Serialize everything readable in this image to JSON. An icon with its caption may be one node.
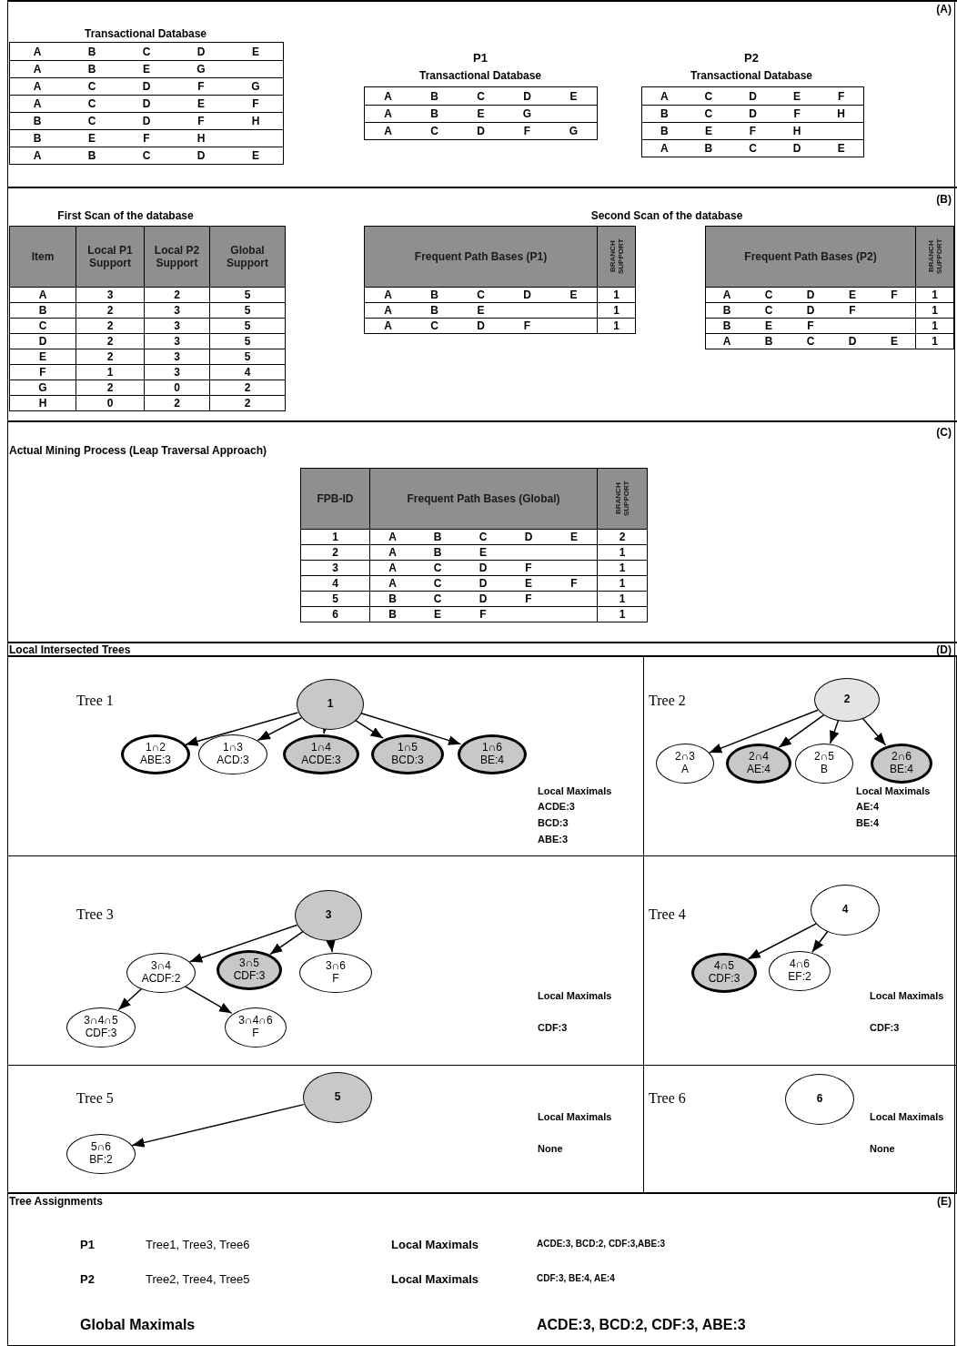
{
  "diagram": {
    "nodes": [
      {
        "text": [
          "Tree 1",
          "Local Maximals",
          "ACDE:3",
          "BCD:3",
          "ABE:3"
        ]
      },
      {
        "text": [
          "1"
        ],
        "in": 0
      },
      {
        "text": [
          "1∩2",
          "ABE:3"
        ],
        "in": 0
      },
      {
        "text": [
          "1∩3",
          "ACD:3"
        ],
        "in": 0
      },
      {
        "text": [
          "1∩4",
          "ACDE:3"
        ],
        "in": 0
      },
      {
        "text": [
          "1∩5",
          "BCD:3"
        ],
        "in": 0
      },
      {
        "text": [
          "1∩6",
          "BE:4"
        ],
        "in": 0
      },
      {
        "text": [
          "Tree 2",
          "Local Maximals",
          "AE:4",
          "BE:4"
        ]
      },
      {
        "text": [
          "2"
        ],
        "in": 7
      },
      {
        "text": [
          "2∩3",
          "A"
        ],
        "in": 7
      },
      {
        "text": [
          "2∩4",
          "AE:4"
        ],
        "in": 7
      },
      {
        "text": [
          "2∩5",
          "B"
        ],
        "in": 7
      },
      {
        "text": [
          "2∩6",
          "BE:4"
        ],
        "in": 7
      },
      {
        "text": [
          "Tree 3",
          "Local Maximals",
          "CDF:3"
        ]
      },
      {
        "text": [
          "3"
        ],
        "in": 13
      },
      {
        "text": [
          "3∩4",
          "ACDF:2"
        ],
        "in": 13
      },
      {
        "text": [
          "3∩5",
          "CDF:3"
        ],
        "in": 13
      },
      {
        "text": [
          "3∩6",
          "F"
        ],
        "in": 13
      },
      {
        "text": [
          "3∩4∩5",
          "CDF:3"
        ],
        "in": 13
      },
      {
        "text": [
          "3∩4∩6",
          "F"
        ],
        "in": 13
      },
      {
        "text": [
          "Tree 4",
          "Local Maximals",
          "CDF:3"
        ]
      },
      {
        "text": [
          "4"
        ],
        "in": 20
      },
      {
        "text": [
          "4∩5",
          "CDF:3"
        ],
        "in": 20
      },
      {
        "text": [
          "4∩6",
          "EF:2"
        ],
        "in": 20
      },
      {
        "text": [
          "Tree 5",
          "Local Maximals",
          "None"
        ]
      },
      {
        "text": [
          "5"
        ],
        "in": 24
      },
      {
        "text": [
          "5∩6",
          "BF:2"
        ],
        "in": 24
      },
      {
        "text": [
          "Tree 6",
          "Local Maximals",
          "None"
        ]
      },
      {
        "text": [
          "6"
        ],
        "in": 27
      }
    ],
    "edges": [
      {
        "from": 1,
        "to": 2,
        "arrow": "to"
      },
      {
        "from": 1,
        "to": 3,
        "arrow": "to"
      },
      {
        "from": 1,
        "to": 4,
        "arrow": "to"
      },
      {
        "from": 1,
        "to": 5,
        "arrow": "to"
      },
      {
        "from": 1,
        "to": 6,
        "arrow": "to"
      },
      {
        "from": 8,
        "to": 9,
        "arrow": "to"
      },
      {
        "from": 8,
        "to": 10,
        "arrow": "to"
      },
      {
        "from": 8,
        "to": 11,
        "arrow": "to"
      },
      {
        "from": 8,
        "to": 12,
        "arrow": "to"
      },
      {
        "from": 14,
        "to": 15,
        "arrow": "to"
      },
      {
        "from": 14,
        "to": 16,
        "arrow": "to"
      },
      {
        "from": 14,
        "to": 17,
        "arrow": "to"
      },
      {
        "from": 15,
        "to": 18,
        "arrow": "to"
      },
      {
        "from": 15,
        "to": 19,
        "arrow": "to"
      },
      {
        "from": 21,
        "to": 22,
        "arrow": "to"
      },
      {
        "from": 21,
        "to": 23,
        "arrow": "to"
      },
      {
        "from": 25,
        "to": 26,
        "arrow": "to"
      }
    ],
    "labels": [
      "(A)",
      "Transactional Database",
      "A",
      "B",
      "C",
      "D",
      "E",
      "A",
      "B",
      "E",
      "G",
      "A",
      "C",
      "D",
      "F",
      "G",
      "A",
      "C",
      "D",
      "E",
      "F",
      "B",
      "C",
      "D",
      "F",
      "H",
      "B",
      "E",
      "F",
      "H",
      "A",
      "B",
      "C",
      "D",
      "E",
      "P1",
      "Transactional Database",
      "A",
      "B",
      "C",
      "D",
      "E",
      "A",
      "B",
      "E",
      "G",
      "A",
      "C",
      "D",
      "F",
      "G",
      "P2",
      "Transactional Database",
      "A",
      "C",
      "D",
      "E",
      "F",
      "B",
      "C",
      "D",
      "F",
      "H",
      "B",
      "E",
      "F",
      "H",
      "A",
      "B",
      "C",
      "D",
      "E",
      "(B)",
      "First Scan of the database",
      "Item",
      "Local P1 Support",
      "Local P2 Support",
      "Global Support",
      "A",
      "3",
      "2",
      "5",
      "B",
      "2",
      "3",
      "5",
      "C",
      "2",
      "3",
      "5",
      "D",
      "2",
      "3",
      "5",
      "E",
      "2",
      "3",
      "5",
      "F",
      "1",
      "3",
      "4",
      "G",
      "2",
      "0",
      "2",
      "H",
      "0",
      "2",
      "2",
      "Second Scan of the database",
      "Frequent Path Bases (P1)",
      "BRANCH SUPPORT",
      "A",
      "B",
      "C",
      "D",
      "E",
      "1",
      "A",
      "B",
      "E",
      "1",
      "A",
      "C",
      "D",
      "F",
      "1",
      "Frequent Path Bases (P2)",
      "BRANCH SUPPORT",
      "A",
      "C",
      "D",
      "E",
      "F",
      "1",
      "B",
      "C",
      "D",
      "F",
      "1",
      "B",
      "E",
      "F",
      "1",
      "A",
      "B",
      "C",
      "D",
      "E",
      "1",
      "(C)",
      "Actual Mining Process (Leap Traversal Approach)",
      "FPB-ID",
      "Frequent Path Bases (Global)",
      "BRANCH SUPPORT",
      "1",
      "A",
      "B",
      "C",
      "D",
      "E",
      "2",
      "2",
      "A",
      "B",
      "E",
      "1",
      "3",
      "A",
      "C",
      "D",
      "F",
      "1",
      "4",
      "A",
      "C",
      "D",
      "E",
      "F",
      "1",
      "5",
      "B",
      "C",
      "D",
      "F",
      "1",
      "6",
      "B",
      "E",
      "F",
      "1",
      "Local Intersected Trees",
      "(D)",
      "Tree Assignments",
      "(E)",
      "P1",
      "Tree1, Tree3, Tree6",
      "Local Maximals",
      "ACDE:3, BCD:2, CDF:3,ABE:3",
      "P2",
      "Tree2, Tree4, Tree5",
      "Local Maximals",
      "CDF:3, BE:4, AE:4",
      "Global Maximals",
      "ACDE:3, BCD:2, CDF:3, ABE:3"
    ]
  }
}
